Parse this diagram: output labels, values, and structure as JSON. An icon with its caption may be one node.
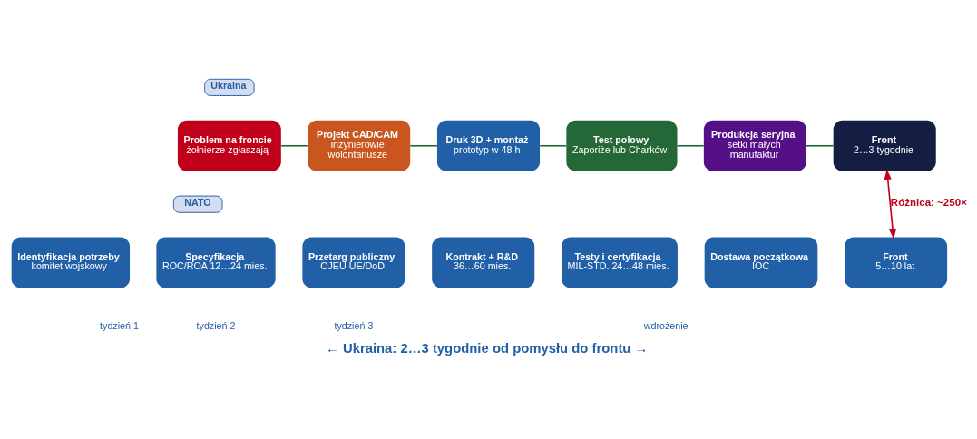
{
  "diagram": {
    "caption": "← Ukraina: 2…3 tygodnie od pomysłu do frontu →",
    "nodes": [
      {
        "text": [
          "Ukraina"
        ]
      },
      {
        "text": [
          "Problem na froncie",
          "żołnierze zgłaszają"
        ]
      },
      {
        "text": [
          "Projekt CAD/CAM",
          "inżynierowie wolontariusze"
        ]
      },
      {
        "text": [
          "Druk 3D + montaż",
          "prototyp w 48 h"
        ]
      },
      {
        "text": [
          "Test polowy",
          "Zaporiże lub Charków"
        ]
      },
      {
        "text": [
          "Produkcja seryjna",
          "setki małych manufaktur"
        ]
      },
      {
        "text": [
          "Front",
          "2…3 tygodnie"
        ]
      },
      {
        "text": [
          "NATO"
        ]
      },
      {
        "text": [
          "Identyfikacja potrzeby",
          "komitet wojskowy"
        ]
      },
      {
        "text": [
          "Specyfikacja",
          "ROC/ROA 12…24 mies."
        ]
      },
      {
        "text": [
          "Przetarg publiczny",
          "OJEU UE/DoD"
        ]
      },
      {
        "text": [
          "Kontrakt + R&D",
          "36…60 mies."
        ]
      },
      {
        "text": [
          "Testy i certyfikacja",
          "MIL-STD. 24…48 mies."
        ]
      },
      {
        "text": [
          "Dostawa początkowa",
          "IOC"
        ]
      },
      {
        "text": [
          "Front",
          "5…10 lat"
        ]
      }
    ],
    "edges": [
      {
        "from": 1,
        "to": 2,
        "arrow": "none"
      },
      {
        "from": 2,
        "to": 3,
        "arrow": "none"
      },
      {
        "from": 3,
        "to": 4,
        "arrow": "none"
      },
      {
        "from": 4,
        "to": 5,
        "arrow": "none"
      },
      {
        "from": 5,
        "to": 6,
        "arrow": "none"
      },
      {
        "from": 6,
        "to": 14,
        "arrow": "both",
        "label": "Różnica: ~250×",
        "color": "#c0001a"
      }
    ],
    "labels": [
      "tydzień 1",
      "tydzień 2",
      "tydzień 3",
      "wdrożenie"
    ]
  }
}
